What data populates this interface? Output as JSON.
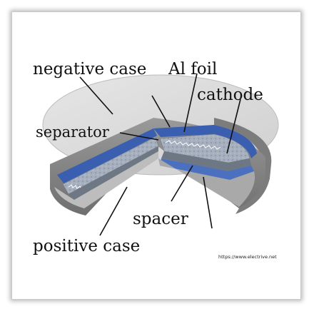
{
  "diagram": {
    "labels": {
      "negative_case": "negative case",
      "al_foil": "Al foil",
      "cathode": "cathode",
      "separator": "separator",
      "spacer": "spacer",
      "positive_case": "positive case"
    },
    "source": "https://www.electrive.net",
    "colors": {
      "case": "#d9d9d9",
      "case_side": "#8a8a8a",
      "separator": "#3a5fb0",
      "cathode": "#9aa4b4",
      "spacer": "#7f8896"
    }
  }
}
